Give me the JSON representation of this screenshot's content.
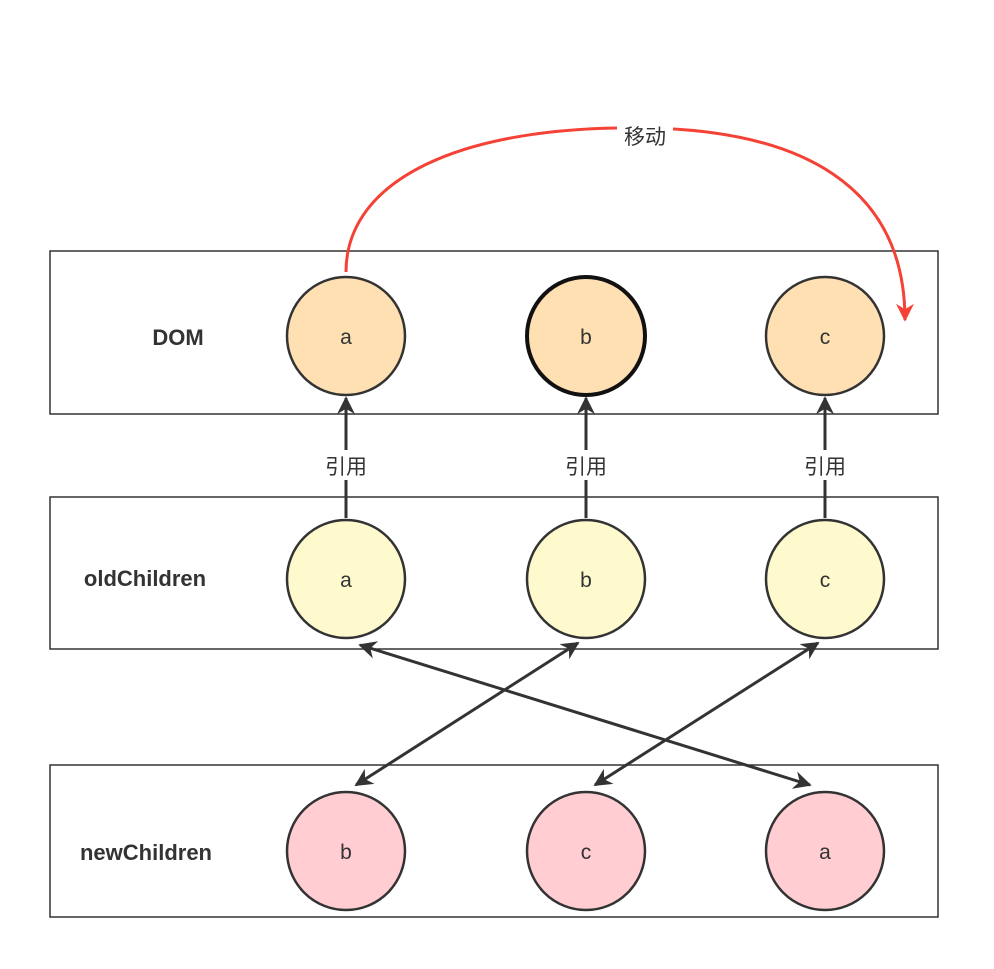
{
  "rows": {
    "dom": {
      "label": "DOM",
      "fill": "#FFE0B2",
      "nodes": [
        "a",
        "b",
        "c"
      ]
    },
    "old": {
      "label": "oldChildren",
      "fill": "#FFFACD",
      "nodes": [
        "a",
        "b",
        "c"
      ]
    },
    "new": {
      "label": "newChildren",
      "fill": "#FFCDD2",
      "nodes": [
        "b",
        "c",
        "a"
      ]
    }
  },
  "edges": {
    "ref_label": "引用",
    "move_label": "移动"
  },
  "colors": {
    "stroke": "#333333",
    "move_arrow": "#F44336",
    "box_border": "#333333"
  }
}
